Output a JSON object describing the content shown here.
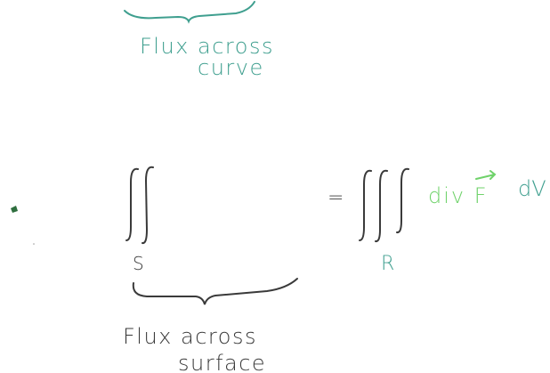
{
  "top_note": {
    "line1": "Flux across",
    "line2": "curve",
    "color": "#3f9f8f"
  },
  "equation": {
    "lhs_subscript": "S",
    "equals": "=",
    "rhs_subscript": "R",
    "integrand": "div F",
    "differential": "dV",
    "ink_color": "#3a3a3a",
    "accent_color": "#6fd26a"
  },
  "bottom_note": {
    "line1": "Flux across",
    "line2": "surface",
    "color": "#3a3a3a"
  }
}
